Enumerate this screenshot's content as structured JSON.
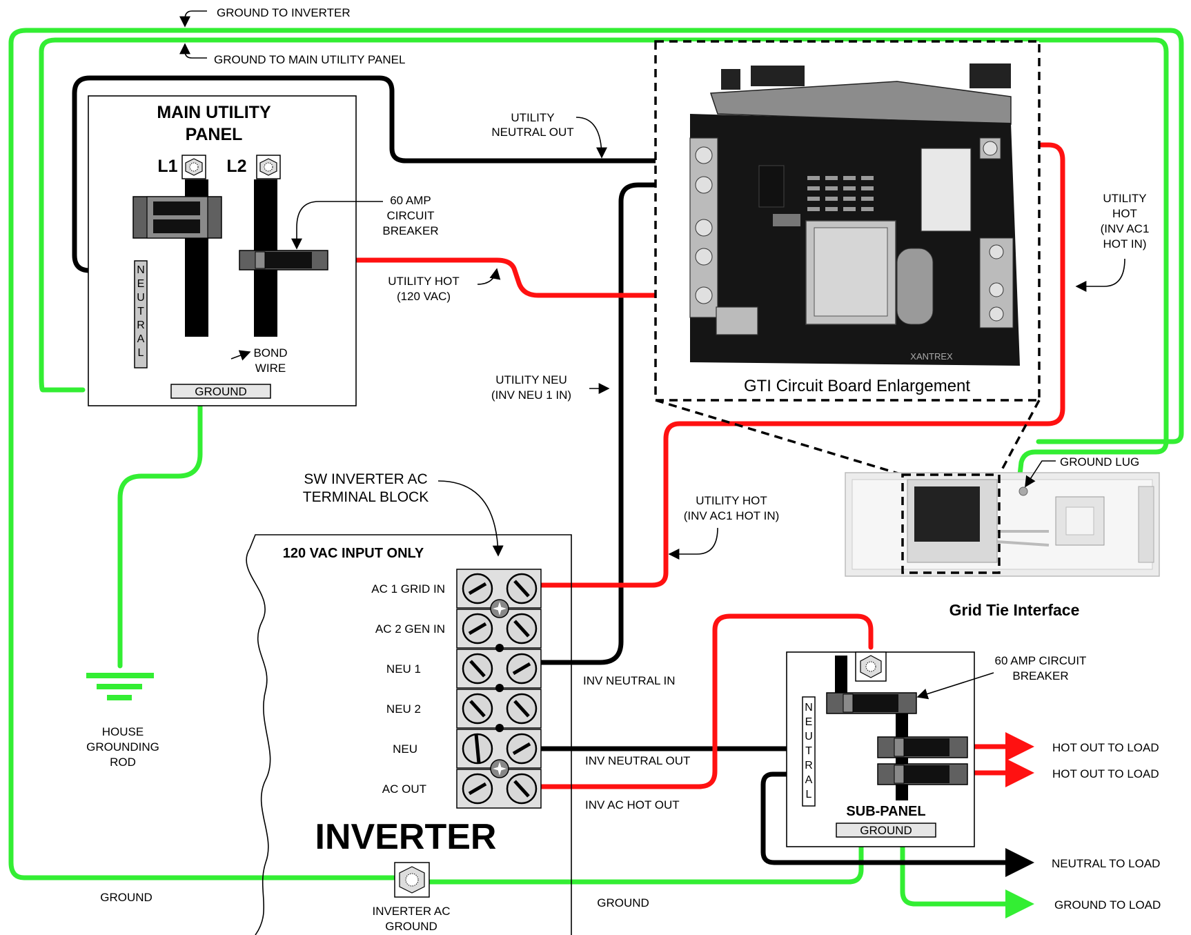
{
  "labels": {
    "ground_to_inverter": "GROUND TO INVERTER",
    "ground_to_main_panel": "GROUND TO MAIN UTILITY PANEL",
    "main_panel_title_1": "MAIN UTILITY",
    "main_panel_title_2": "PANEL",
    "l1": "L1",
    "l2": "L2",
    "neutral_letters": [
      "N",
      "E",
      "U",
      "T",
      "R",
      "A",
      "L"
    ],
    "main_ground": "GROUND",
    "bond_wire_1": "BOND",
    "bond_wire_2": "WIRE",
    "breaker_60_1": "60 AMP",
    "breaker_60_2": "CIRCUIT",
    "breaker_60_3": "BREAKER",
    "utility_hot_1": "UTILITY HOT",
    "utility_hot_2": "(120 VAC)",
    "utility_neutral_out_1": "UTILITY",
    "utility_neutral_out_2": "NEUTRAL OUT",
    "utility_neu_1": "UTILITY NEU",
    "utility_neu_2": "(INV NEU 1 IN)",
    "gti_caption": "GTI Circuit Board Enlargement",
    "util_hot_right_1": "UTILITY",
    "util_hot_right_2": "HOT",
    "util_hot_right_3": "(INV AC1",
    "util_hot_right_4": "HOT IN)",
    "ground_lug": "GROUND LUG",
    "grid_tie_interface": "Grid Tie Interface",
    "util_hot_mid_1": "UTILITY HOT",
    "util_hot_mid_2": "(INV AC1 HOT IN)",
    "sw_inverter_1": "SW INVERTER AC",
    "sw_inverter_2": "TERMINAL BLOCK",
    "input_only": "120 VAC INPUT ONLY",
    "term_ac1": "AC 1 GRID IN",
    "term_ac2": "AC 2 GEN IN",
    "term_neu1": "NEU 1",
    "term_neu2": "NEU 2",
    "term_neu": "NEU",
    "term_acout": "AC OUT",
    "inverter": "INVERTER",
    "inv_neutral_in": "INV NEUTRAL IN",
    "inv_neutral_out": "INV NEUTRAL OUT",
    "inv_ac_hot_out": "INV AC HOT OUT",
    "house_rod_1": "HOUSE",
    "house_rod_2": "GROUNDING",
    "house_rod_3": "ROD",
    "ground_left": "GROUND",
    "inv_ac_ground_1": "INVERTER AC",
    "inv_ac_ground_2": "GROUND",
    "ground_bottom": "GROUND",
    "sub_breaker_1": "60 AMP CIRCUIT",
    "sub_breaker_2": "BREAKER",
    "hot_out_1": "HOT OUT TO LOAD",
    "hot_out_2": "HOT OUT TO LOAD",
    "sub_panel": "SUB-PANEL",
    "sub_ground": "GROUND",
    "neutral_to_load": "NEUTRAL TO LOAD",
    "ground_to_load": "GROUND TO LOAD",
    "board_brand": "XANTREX"
  },
  "colors": {
    "ground_wire": "#33ee33",
    "neutral_wire": "#000000",
    "hot_wire": "#ff1111"
  }
}
